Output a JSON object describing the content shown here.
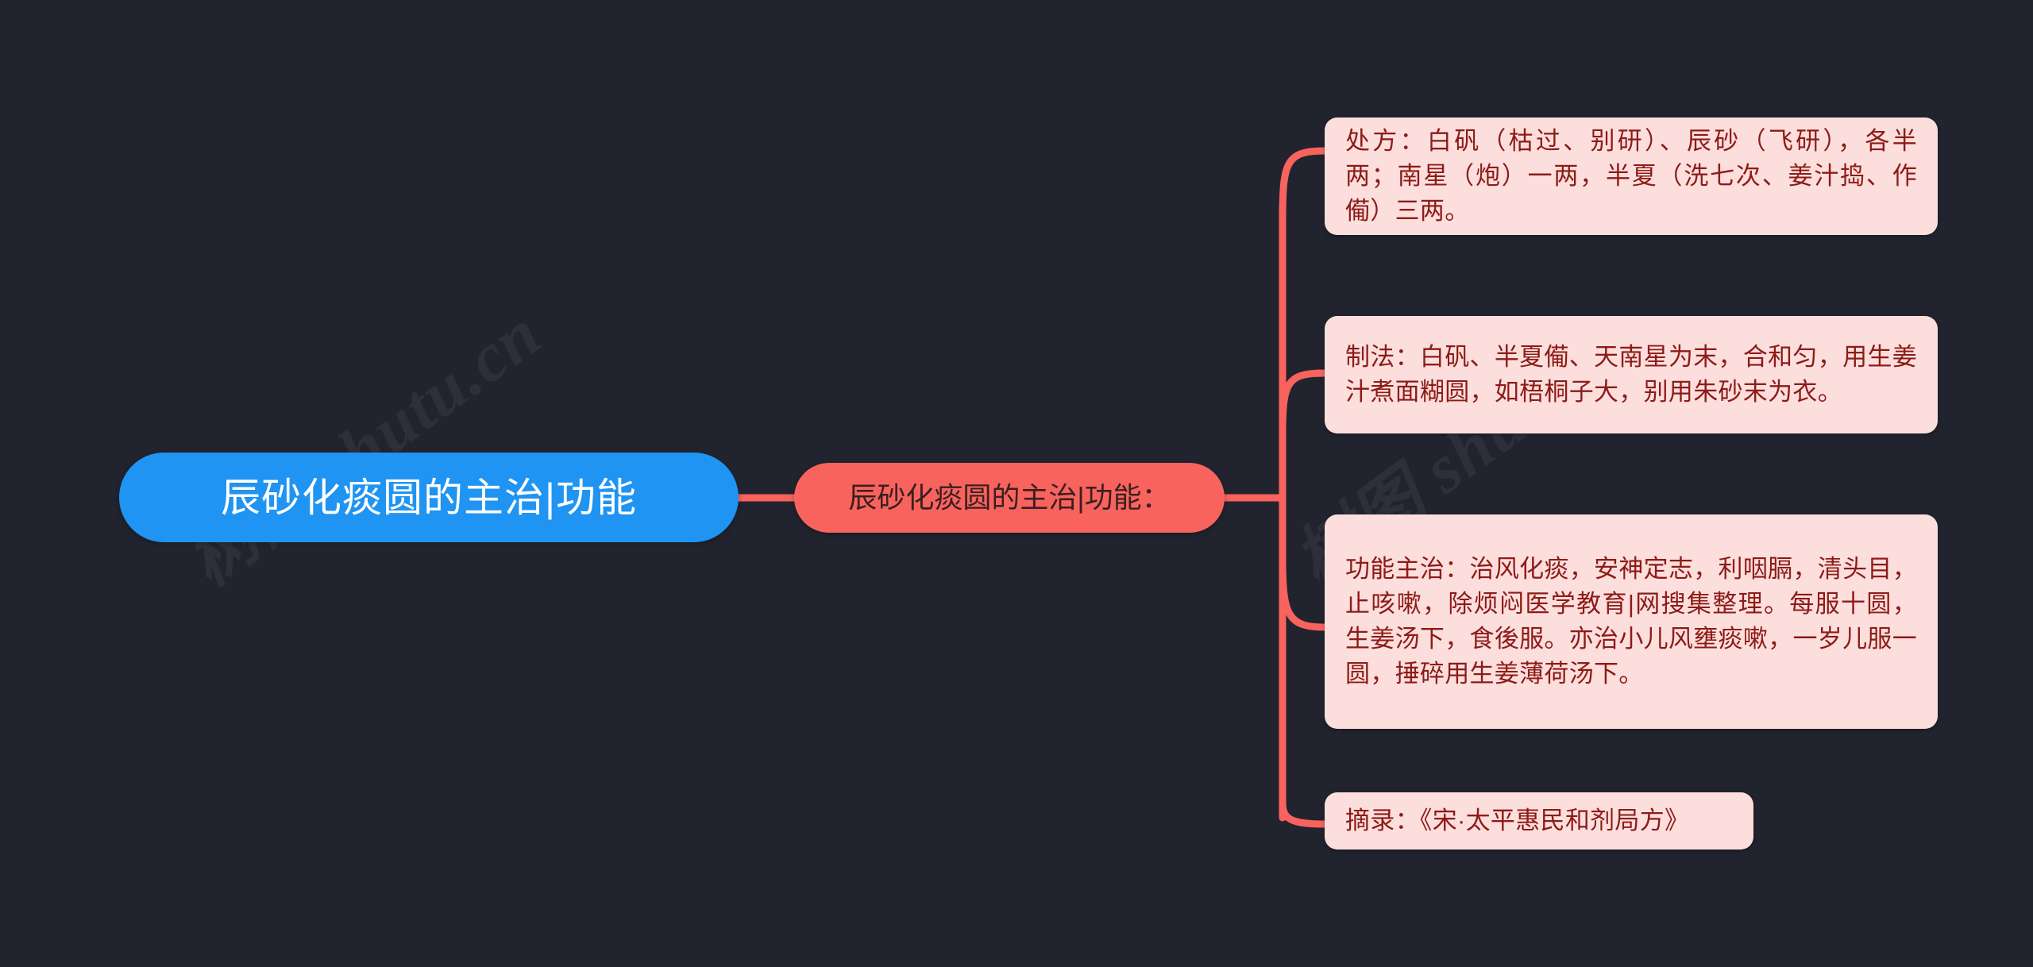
{
  "theme": {
    "background_color": "#21242f",
    "root_color": "#1f94f2",
    "root_text_color": "#ffffff",
    "branch_color": "#f9635e",
    "leaf_background": "#fcdedd",
    "leaf_text_color": "#8d1b16"
  },
  "watermark": {
    "text": "树图 shutu.cn",
    "instances": 2
  },
  "mindmap": {
    "root": {
      "label": "辰砂化痰圆的主治|功能"
    },
    "branch": {
      "label": "辰砂化痰圆的主治|功能："
    },
    "leaves": [
      {
        "key": "prescription",
        "label": "处方：白矾（枯过、别研）、辰砂（飞研），各半两；南星（炮）一两，半夏（洗七次、姜汁捣、作僃）三两。"
      },
      {
        "key": "preparation",
        "label": "制法：白矾、半夏僃、天南星为末，合和匀，用生姜汁煮面糊圆，如梧桐子大，别用朱砂末为衣。"
      },
      {
        "key": "indications",
        "label": "功能主治：治风化痰，安神定志，利咽膈，清头目，止咳嗽，除烦闷医学教育|网搜集整理。每服十圆，生姜汤下，食後服。亦治小儿风壅痰嗽，一岁儿服一圆，捶碎用生姜薄荷汤下。"
      },
      {
        "key": "source",
        "label": "摘录：《宋·太平惠民和剂局方》"
      }
    ]
  }
}
